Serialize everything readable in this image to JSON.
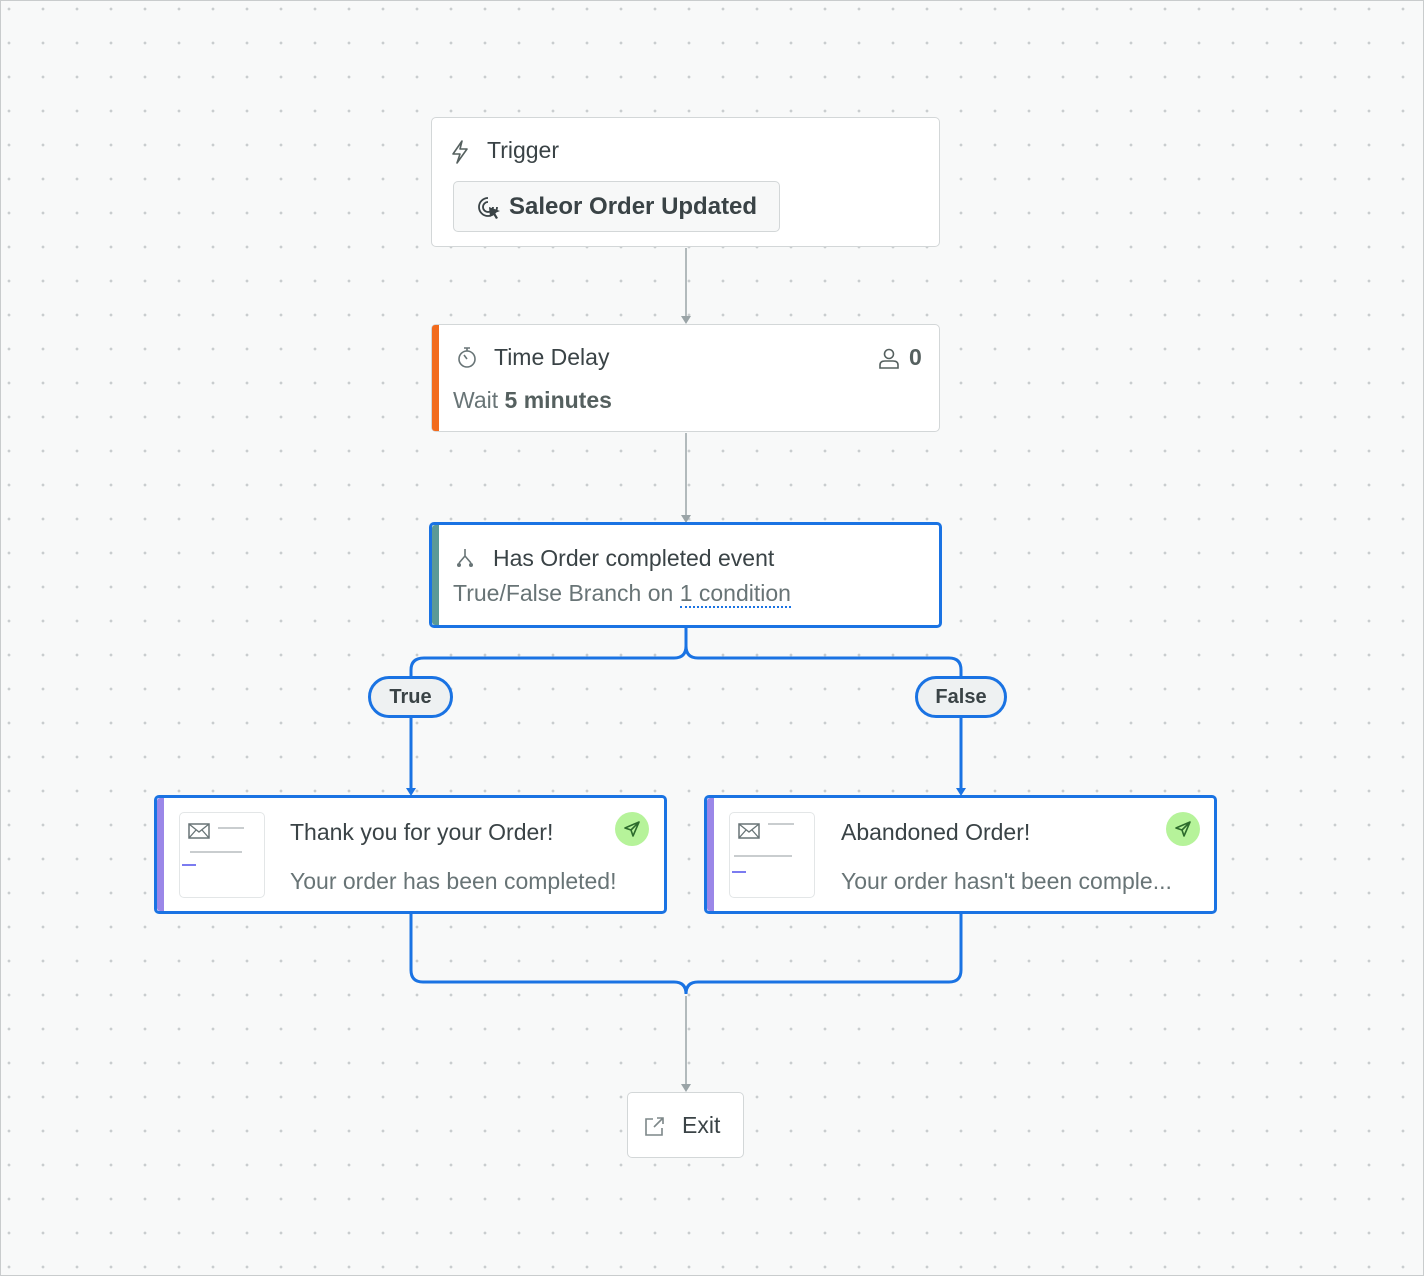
{
  "colors": {
    "accent": "#1a73e3",
    "delay_bar": "#f26b1d",
    "branch_bar": "#5b9a96",
    "email_bar": "#9b87e8",
    "send_badge": "#b6f39a"
  },
  "trigger": {
    "label": "Trigger",
    "icon": "lightning-icon",
    "event": {
      "label": "Saleor Order Updated",
      "icon": "cursor-click-icon"
    }
  },
  "delay": {
    "label": "Time Delay",
    "icon": "stopwatch-icon",
    "count": "0",
    "count_icon": "user-icon",
    "wait_prefix": "Wait",
    "wait_value": "5 minutes"
  },
  "branch": {
    "label": "Has Order completed event",
    "icon": "branch-icon",
    "desc_prefix": "True/False Branch on",
    "desc_link": "1 condition"
  },
  "branches": {
    "true_label": "True",
    "false_label": "False"
  },
  "emails": [
    {
      "title": "Thank you for your Order!",
      "subject": "Your order has been completed!",
      "icon": "envelope-icon",
      "status_icon": "send-icon"
    },
    {
      "title": "Abandoned Order!",
      "subject": "Your order hasn't been comple...",
      "icon": "envelope-icon",
      "status_icon": "send-icon"
    }
  ],
  "exit": {
    "label": "Exit",
    "icon": "external-link-icon"
  }
}
